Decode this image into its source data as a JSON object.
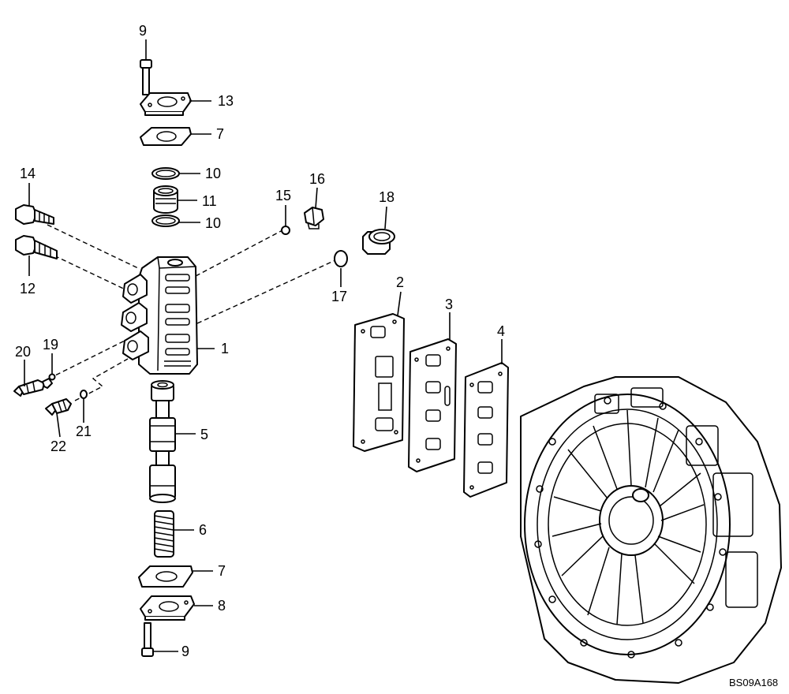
{
  "drawing_code": "BS09A168",
  "callouts": {
    "c9_top": "9",
    "c13": "13",
    "c7_top": "7",
    "c10_a": "10",
    "c11": "11",
    "c10_b": "10",
    "c14": "14",
    "c12": "12",
    "c15": "15",
    "c16": "16",
    "c18": "18",
    "c17": "17",
    "c1": "1",
    "c2": "2",
    "c3": "3",
    "c4": "4",
    "c19": "19",
    "c20": "20",
    "c21": "21",
    "c22": "22",
    "c5": "5",
    "c6": "6",
    "c7_bot": "7",
    "c8": "8",
    "c9_bot": "9"
  }
}
